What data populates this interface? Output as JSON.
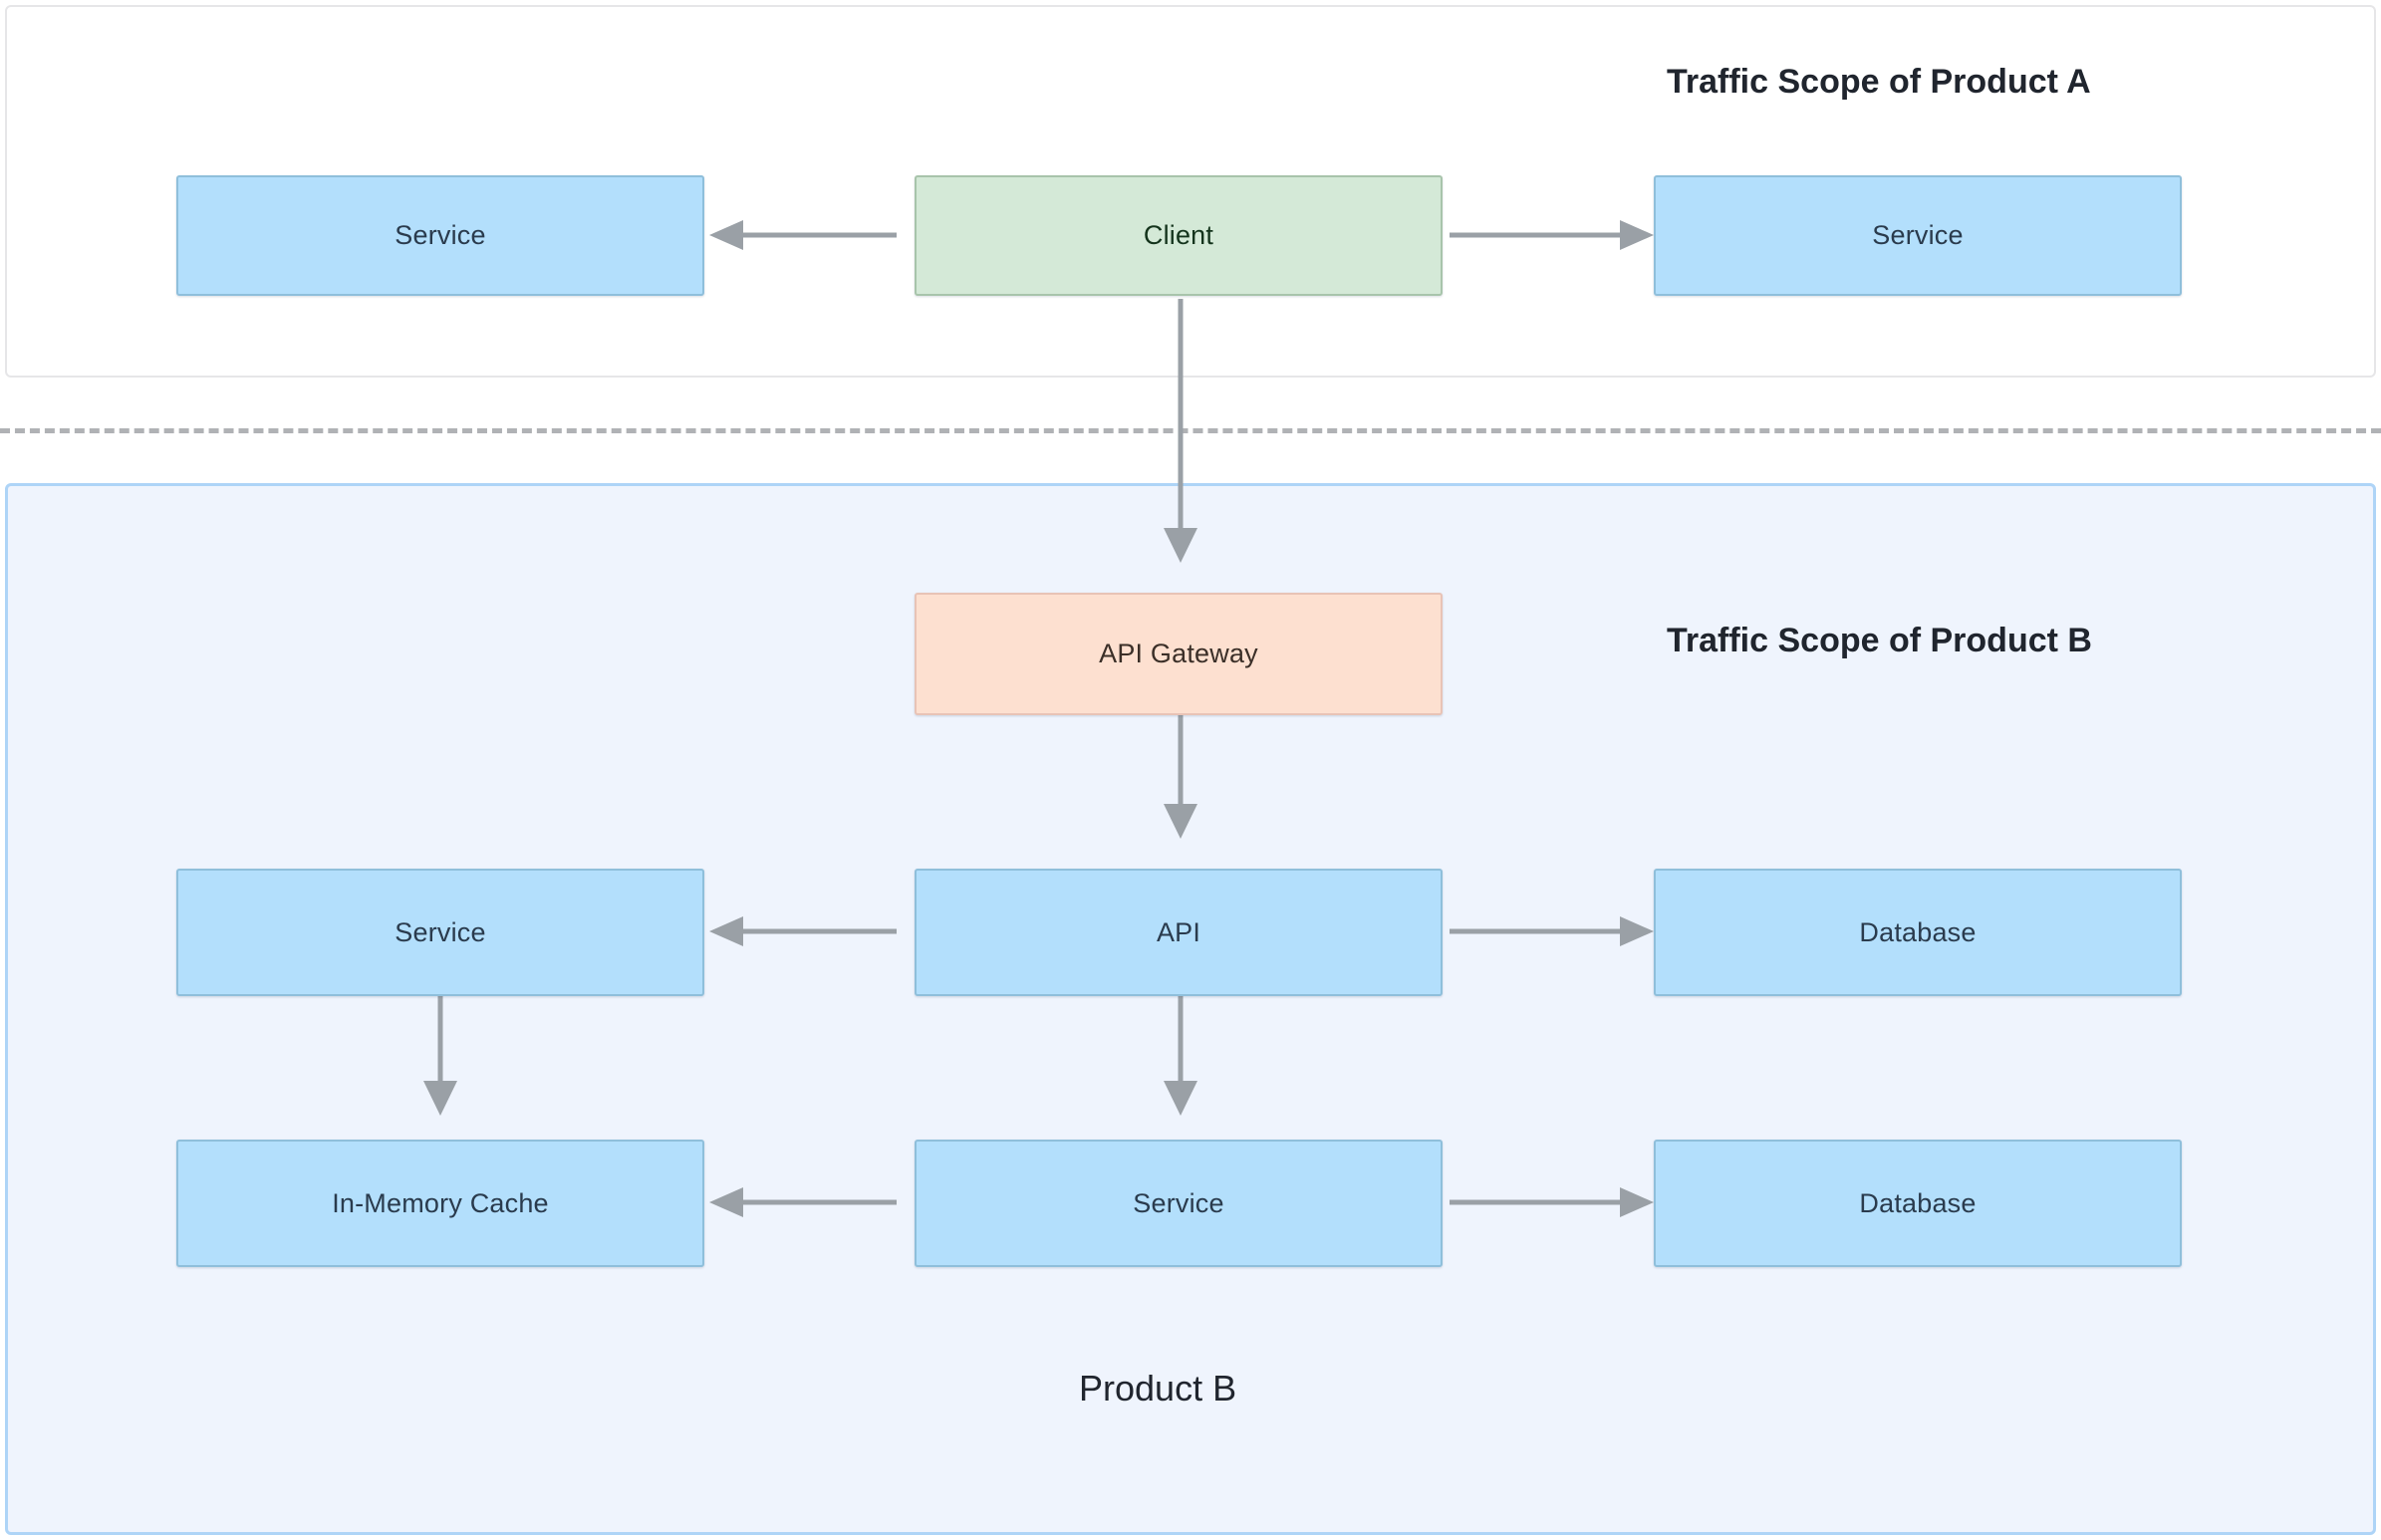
{
  "diagram": {
    "title_a": "Traffic Scope of Product A",
    "title_b": "Traffic Scope of Product B",
    "product_label": "Product B",
    "colors": {
      "node_blue_fill": "#b3dffc",
      "node_blue_border": "#8fbfdb",
      "node_green_fill": "#d4e9d7",
      "node_green_border": "#a8c4ab",
      "node_peach_fill": "#fde0d0",
      "node_peach_border": "#e8c3b6",
      "scope_b_fill": "#eff4fd",
      "scope_b_border": "#aed4f7",
      "scope_a_border": "#e6e6e8",
      "arrow": "#9aa0a6",
      "divider": "#b0b2b5"
    },
    "scope_a": {
      "nodes": [
        {
          "id": "service-left-a",
          "label": "Service",
          "type": "blue"
        },
        {
          "id": "client",
          "label": "Client",
          "type": "green"
        },
        {
          "id": "service-right-a",
          "label": "Service",
          "type": "blue"
        }
      ]
    },
    "scope_b": {
      "nodes": [
        {
          "id": "api-gateway",
          "label": "API Gateway",
          "type": "peach"
        },
        {
          "id": "service-left-b",
          "label": "Service",
          "type": "blue"
        },
        {
          "id": "api",
          "label": "API",
          "type": "blue"
        },
        {
          "id": "database-top",
          "label": "Database",
          "type": "blue"
        },
        {
          "id": "in-memory-cache",
          "label": "In-Memory Cache",
          "type": "blue"
        },
        {
          "id": "service-center-b",
          "label": "Service",
          "type": "blue"
        },
        {
          "id": "database-bottom",
          "label": "Database",
          "type": "blue"
        }
      ]
    },
    "edges": [
      {
        "from": "client",
        "to": "service-left-a",
        "direction": "left"
      },
      {
        "from": "client",
        "to": "service-right-a",
        "direction": "right"
      },
      {
        "from": "client",
        "to": "api-gateway",
        "direction": "down"
      },
      {
        "from": "api-gateway",
        "to": "api",
        "direction": "down"
      },
      {
        "from": "api",
        "to": "service-left-b",
        "direction": "left"
      },
      {
        "from": "api",
        "to": "database-top",
        "direction": "right"
      },
      {
        "from": "api",
        "to": "service-center-b",
        "direction": "down"
      },
      {
        "from": "service-left-b",
        "to": "in-memory-cache",
        "direction": "down"
      },
      {
        "from": "service-center-b",
        "to": "in-memory-cache",
        "direction": "left"
      },
      {
        "from": "service-center-b",
        "to": "database-bottom",
        "direction": "right"
      }
    ]
  }
}
